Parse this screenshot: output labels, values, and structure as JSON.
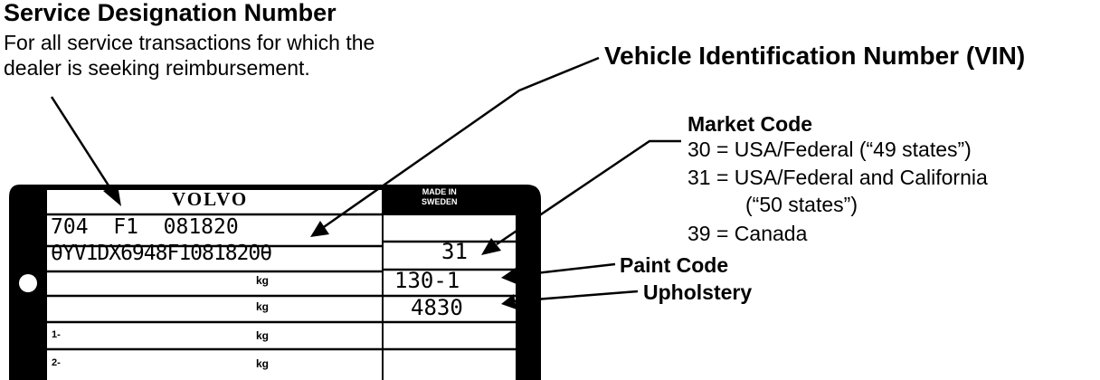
{
  "callouts": {
    "service_designation": {
      "title": "Service Designation Number",
      "line1": "For all service transactions for which the",
      "line2": "dealer is seeking reimbursement."
    },
    "vin": {
      "title": "Vehicle Identification Number (VIN)"
    },
    "market_code": {
      "title": "Market Code",
      "line1": "30 = USA/Federal (“49 states”)",
      "line2": "31 = USA/Federal and California",
      "line3": "(“50 states”)",
      "line4": "39 = Canada"
    },
    "paint_code": {
      "title": "Paint Code"
    },
    "upholstery": {
      "title": "Upholstery"
    }
  },
  "plate": {
    "brand": "VOLVO",
    "made_in_line1": "MADE IN",
    "made_in_line2": "SWEDEN",
    "service_number": "704  F1  081820",
    "vin": "θYV1DX6948F1081820θ",
    "market_value": "31",
    "paint_value": "130-1",
    "upholstery_value": "4830",
    "unit_kg": "kg",
    "axle_1": "1-",
    "axle_2": "2-"
  }
}
